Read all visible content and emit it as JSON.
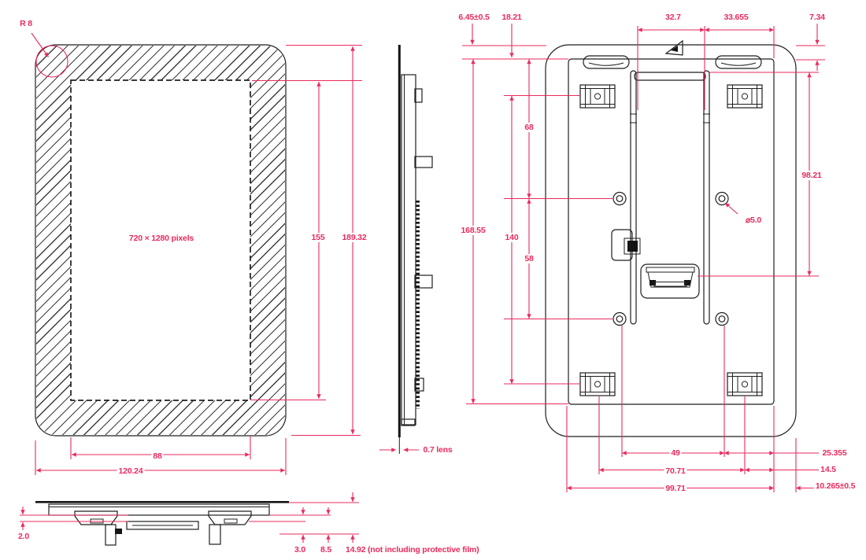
{
  "colors": {
    "dimension_pink": "#ea2a5d",
    "line_black": "#1f1f1f"
  },
  "front_view": {
    "display_label": "720 × 1280 pixels",
    "dims": {
      "corner_radius": "R 8",
      "display_height": "155",
      "overall_height": "189.32",
      "display_width": "88",
      "overall_width": "120.24"
    }
  },
  "side_view": {
    "dims": {
      "lens_thickness": "0.7 lens"
    }
  },
  "bottom_view": {
    "dims": {
      "glass_to_bracket": "2.0",
      "bracket_depth": "3.0",
      "body_depth": "8.5",
      "overall_depth": "14.92 (not including protective film)"
    }
  },
  "rear_view": {
    "dims": {
      "top_edge_gap": "6.45±0.5",
      "edge_to_bracket": "18.21",
      "rail_spacing": "32.7",
      "rail_to_panel_edge": "33.655",
      "top_right_gap": "7.34",
      "panel_height": "168.55",
      "bracket_vertical_pitch": "140",
      "top_hole_offset": "68",
      "bottom_hole_offset": "58",
      "rail_to_connector": "98.21",
      "hole_diameter": "⌀5.0",
      "hole_horizontal_pitch": "49",
      "bracket_horizontal_pitch": "70.71",
      "panel_width": "99.71",
      "right_offset_a": "25.355",
      "right_offset_b": "14.5",
      "right_offset_c": "10.265±0.5"
    }
  }
}
